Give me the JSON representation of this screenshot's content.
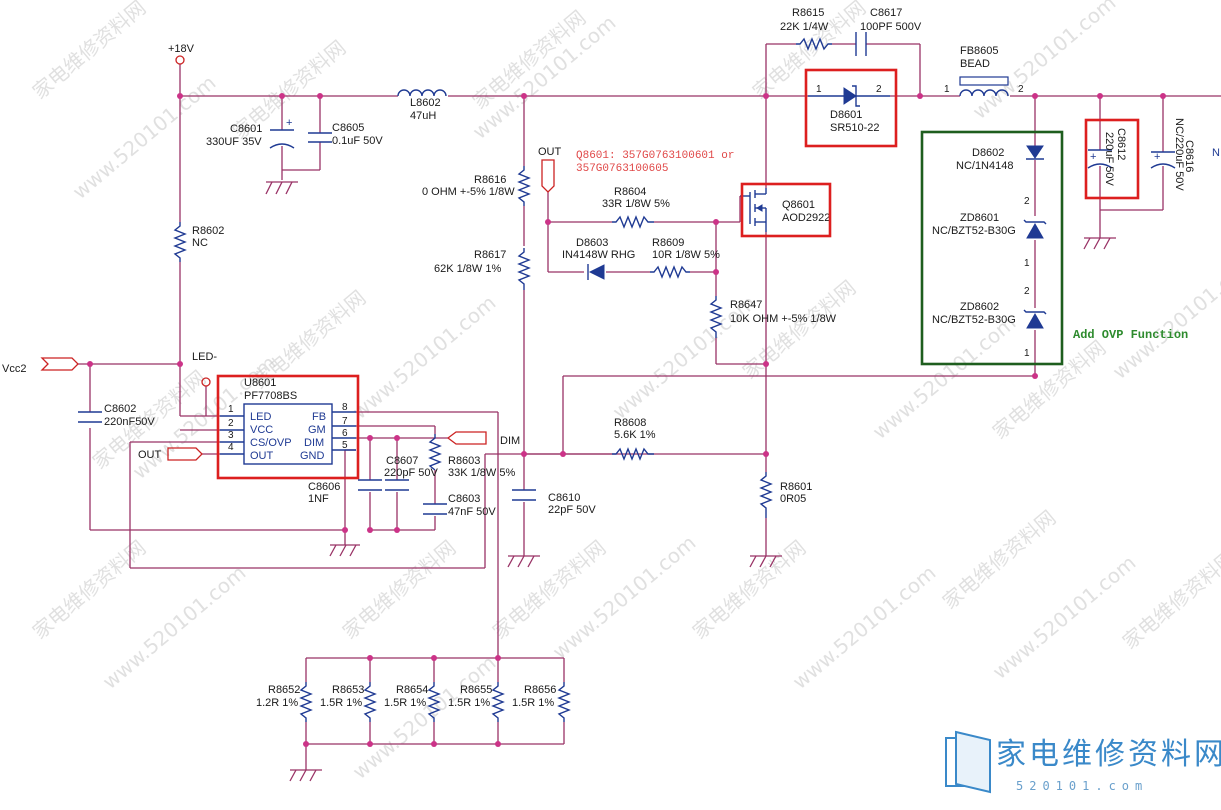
{
  "net_labels": {
    "p18v": "+18V",
    "vcc2": "Vcc2",
    "led_minus": "LED-",
    "out_top": "OUT",
    "out_left": "OUT",
    "dim": "DIM"
  },
  "components": {
    "c8601": {
      "ref": "C8601",
      "value": "330UF 35V"
    },
    "c8605": {
      "ref": "C8605",
      "value": "0.1uF 50V"
    },
    "l8602": {
      "ref": "L8602",
      "value": "47uH"
    },
    "r8602": {
      "ref": "R8602",
      "value": "NC"
    },
    "r8616": {
      "ref": "R8616",
      "value": "0 OHM +-5% 1/8W"
    },
    "r8617": {
      "ref": "R8617",
      "value": "62K 1/8W 1%"
    },
    "r8604": {
      "ref": "R8604",
      "value": "33R 1/8W 5%"
    },
    "d8603": {
      "ref": "D8603",
      "value": "IN4148W RHG"
    },
    "r8609": {
      "ref": "R8609",
      "value": "10R 1/8W 5%"
    },
    "q8601": {
      "ref": "Q8601",
      "value": "AOD2922"
    },
    "r8647": {
      "ref": "R8647",
      "value": "10K OHM +-5% 1/8W"
    },
    "r8615": {
      "ref": "R8615",
      "value": "22K 1/4W"
    },
    "c8617": {
      "ref": "C8617",
      "value": "100PF 500V"
    },
    "d8601": {
      "ref": "D8601",
      "value": "SR510-22",
      "pin1": "1",
      "pin2": "2"
    },
    "fb8605": {
      "ref": "FB8605",
      "value": "BEAD",
      "pin1": "1",
      "pin2": "2"
    },
    "d8602": {
      "ref": "D8602",
      "value": "NC/1N4148"
    },
    "zd8601": {
      "ref": "ZD8601",
      "value": "NC/BZT52-B30G",
      "pin_a": "2",
      "pin_b": "1"
    },
    "zd8602": {
      "ref": "ZD8602",
      "value": "NC/BZT52-B30G",
      "pin_a": "2",
      "pin_b": "1"
    },
    "c8612": {
      "ref": "C8612",
      "value": "220uF 50V"
    },
    "c8616": {
      "ref": "C8616",
      "value": "NC/220uF 50V"
    },
    "c8602": {
      "ref": "C8602",
      "value": "220nF50V"
    },
    "u8601": {
      "ref": "U8601",
      "part": "PF7708BS",
      "left_pins": [
        {
          "num": "1",
          "name": "LED"
        },
        {
          "num": "2",
          "name": "VCC"
        },
        {
          "num": "3",
          "name": "CS/OVP"
        },
        {
          "num": "4",
          "name": "OUT"
        }
      ],
      "right_pins": [
        {
          "num": "8",
          "name": "FB"
        },
        {
          "num": "7",
          "name": "GM"
        },
        {
          "num": "6",
          "name": "DIM"
        },
        {
          "num": "5",
          "name": "GND"
        }
      ]
    },
    "c8606": {
      "ref": "C8606",
      "value": "1NF"
    },
    "c8607": {
      "ref": "C8607",
      "value": "220pF 50V"
    },
    "r8603": {
      "ref": "R8603",
      "value": "33K 1/8W 5%"
    },
    "c8603": {
      "ref": "C8603",
      "value": "47nF 50V"
    },
    "c8610": {
      "ref": "C8610",
      "value": "22pF 50V"
    },
    "r8608": {
      "ref": "R8608",
      "value": "5.6K 1%"
    },
    "r8601": {
      "ref": "R8601",
      "value": "0R05"
    },
    "r8652": {
      "ref": "R8652",
      "value": "1.2R 1%"
    },
    "r8653": {
      "ref": "R8653",
      "value": "1.5R 1%"
    },
    "r8654": {
      "ref": "R8654",
      "value": "1.5R 1%"
    },
    "r8655": {
      "ref": "R8655",
      "value": "1.5R 1%"
    },
    "r8656": {
      "ref": "R8656",
      "value": "1.5R 1%"
    }
  },
  "notes": {
    "q8601_line1": "Q8601: 357G0763100601 or",
    "q8601_line2": "357G0763100605",
    "ovp": "Add OVP Function",
    "edge_n": "N"
  },
  "watermark": {
    "diag_cn": "家电维修资料网",
    "diag_url": "www.520101.com",
    "logo_cn": "家电维修资料网",
    "logo_url": "520101.com"
  },
  "colors": {
    "wire": "#993366",
    "component": "#1f3a93",
    "highlight_red": "#dd1f1f",
    "highlight_green": "#1e5e1e",
    "note_red": "#e04848",
    "ovp_green": "#2e8b2e",
    "logo_blue": "#3a89c9"
  }
}
